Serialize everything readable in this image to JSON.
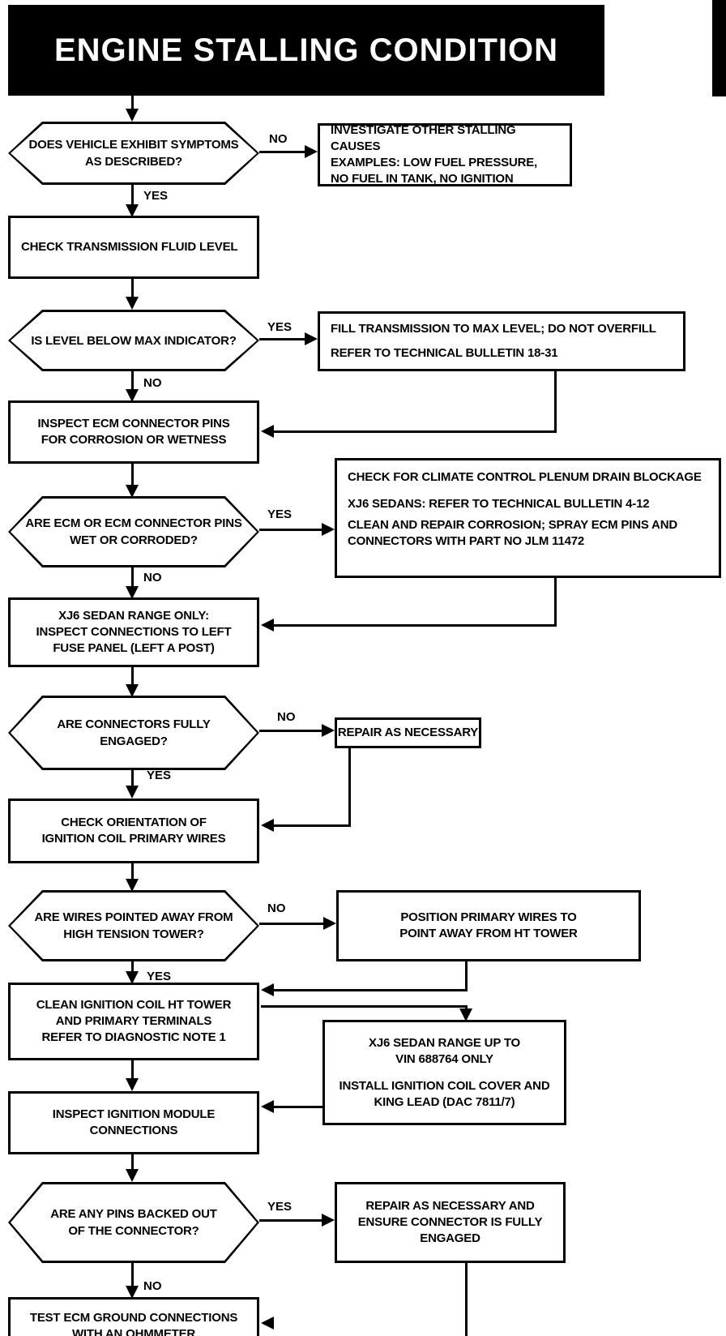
{
  "title": "ENGINE STALLING CONDITION",
  "colors": {
    "ink": "#000000",
    "paper": "#ffffff",
    "title_bg": "#000000",
    "title_fg": "#ffffff"
  },
  "nodes": {
    "q_symptoms": {
      "type": "decision",
      "lines": [
        "DOES VEHICLE EXHIBIT SYMPTOMS",
        "AS DESCRIBED?"
      ]
    },
    "investigate_other": {
      "type": "process",
      "lines": [
        "INVESTIGATE OTHER STALLING CAUSES",
        "EXAMPLES: LOW FUEL PRESSURE,",
        "NO FUEL IN TANK, NO IGNITION"
      ]
    },
    "check_transmission_fluid": {
      "type": "process",
      "lines": [
        "CHECK TRANSMISSION FLUID LEVEL"
      ]
    },
    "q_level_below_max": {
      "type": "decision",
      "lines": [
        "IS LEVEL BELOW MAX INDICATOR?"
      ]
    },
    "fill_transmission": {
      "type": "process",
      "lines": [
        "FILL TRANSMISSION TO MAX LEVEL; DO NOT OVERFILL",
        "REFER TO TECHNICAL BULLETIN 18-31"
      ]
    },
    "inspect_ecm_pins": {
      "type": "process",
      "lines": [
        "INSPECT ECM CONNECTOR PINS",
        "FOR CORROSION OR WETNESS"
      ]
    },
    "q_ecm_wet": {
      "type": "decision",
      "lines": [
        "ARE ECM OR ECM CONNECTOR PINS",
        "WET OR CORRODED?"
      ]
    },
    "check_plenum_drain": {
      "type": "process",
      "lines": [
        "CHECK FOR CLIMATE CONTROL PLENUM DRAIN BLOCKAGE",
        "XJ6 SEDANS: REFER TO TECHNICAL BULLETIN 4-12",
        "CLEAN AND REPAIR CORROSION; SPRAY ECM PINS AND",
        "CONNECTORS WITH PART NO JLM 11472"
      ]
    },
    "inspect_fuse_panel": {
      "type": "process",
      "lines": [
        "XJ6 SEDAN RANGE ONLY:",
        "INSPECT CONNECTIONS TO LEFT",
        "FUSE PANEL (LEFT A POST)"
      ]
    },
    "q_connectors_engaged": {
      "type": "decision",
      "lines": [
        "ARE CONNECTORS FULLY",
        "ENGAGED?"
      ]
    },
    "repair_as_necessary": {
      "type": "process",
      "lines": [
        "REPAIR AS NECESSARY"
      ]
    },
    "check_orientation": {
      "type": "process",
      "lines": [
        "CHECK ORIENTATION OF",
        "IGNITION COIL PRIMARY WIRES"
      ]
    },
    "q_wires_away": {
      "type": "decision",
      "lines": [
        "ARE WIRES POINTED AWAY FROM",
        "HIGH TENSION TOWER?"
      ]
    },
    "position_wires": {
      "type": "process",
      "lines": [
        "POSITION PRIMARY WIRES TO",
        "POINT AWAY FROM HT TOWER"
      ]
    },
    "clean_ht_tower": {
      "type": "process",
      "lines": [
        "CLEAN IGNITION COIL HT TOWER",
        "AND PRIMARY TERMINALS",
        "REFER TO DIAGNOSTIC NOTE 1"
      ]
    },
    "install_coil_cover": {
      "type": "process",
      "lines": [
        "XJ6 SEDAN RANGE UP TO",
        "VIN 688764 ONLY",
        "INSTALL IGNITION COIL COVER AND",
        "KING LEAD (DAC 7811/7)"
      ]
    },
    "inspect_ignition_module": {
      "type": "process",
      "lines": [
        "INSPECT IGNITION MODULE",
        "CONNECTIONS"
      ]
    },
    "q_pins_backed_out": {
      "type": "decision",
      "lines": [
        "ARE ANY PINS BACKED OUT",
        "OF THE CONNECTOR?"
      ]
    },
    "repair_ensure_engaged": {
      "type": "process",
      "lines": [
        "REPAIR AS NECESSARY AND",
        "ENSURE CONNECTOR IS FULLY",
        "ENGAGED"
      ]
    },
    "test_ecm_ground": {
      "type": "process",
      "lines": [
        "TEST ECM GROUND CONNECTIONS",
        "WITH AN OHMMETER"
      ]
    }
  },
  "edges": [
    {
      "from": "q_symptoms",
      "to": "investigate_other",
      "label": "NO"
    },
    {
      "from": "q_symptoms",
      "to": "check_transmission_fluid",
      "label": "YES"
    },
    {
      "from": "check_transmission_fluid",
      "to": "q_level_below_max",
      "label": ""
    },
    {
      "from": "q_level_below_max",
      "to": "fill_transmission",
      "label": "YES"
    },
    {
      "from": "q_level_below_max",
      "to": "inspect_ecm_pins",
      "label": "NO"
    },
    {
      "from": "fill_transmission",
      "to": "inspect_ecm_pins",
      "label": ""
    },
    {
      "from": "inspect_ecm_pins",
      "to": "q_ecm_wet",
      "label": ""
    },
    {
      "from": "q_ecm_wet",
      "to": "check_plenum_drain",
      "label": "YES"
    },
    {
      "from": "q_ecm_wet",
      "to": "inspect_fuse_panel",
      "label": "NO"
    },
    {
      "from": "check_plenum_drain",
      "to": "inspect_fuse_panel",
      "label": ""
    },
    {
      "from": "inspect_fuse_panel",
      "to": "q_connectors_engaged",
      "label": ""
    },
    {
      "from": "q_connectors_engaged",
      "to": "repair_as_necessary",
      "label": "NO"
    },
    {
      "from": "q_connectors_engaged",
      "to": "check_orientation",
      "label": "YES"
    },
    {
      "from": "repair_as_necessary",
      "to": "check_orientation",
      "label": ""
    },
    {
      "from": "check_orientation",
      "to": "q_wires_away",
      "label": ""
    },
    {
      "from": "q_wires_away",
      "to": "position_wires",
      "label": "NO"
    },
    {
      "from": "q_wires_away",
      "to": "clean_ht_tower",
      "label": "YES"
    },
    {
      "from": "position_wires",
      "to": "clean_ht_tower",
      "label": ""
    },
    {
      "from": "clean_ht_tower",
      "to": "install_coil_cover",
      "label": ""
    },
    {
      "from": "clean_ht_tower",
      "to": "inspect_ignition_module",
      "label": ""
    },
    {
      "from": "install_coil_cover",
      "to": "inspect_ignition_module",
      "label": ""
    },
    {
      "from": "inspect_ignition_module",
      "to": "q_pins_backed_out",
      "label": ""
    },
    {
      "from": "q_pins_backed_out",
      "to": "repair_ensure_engaged",
      "label": "YES"
    },
    {
      "from": "q_pins_backed_out",
      "to": "test_ecm_ground",
      "label": "NO"
    },
    {
      "from": "repair_ensure_engaged",
      "to": "test_ecm_ground",
      "label": ""
    }
  ]
}
